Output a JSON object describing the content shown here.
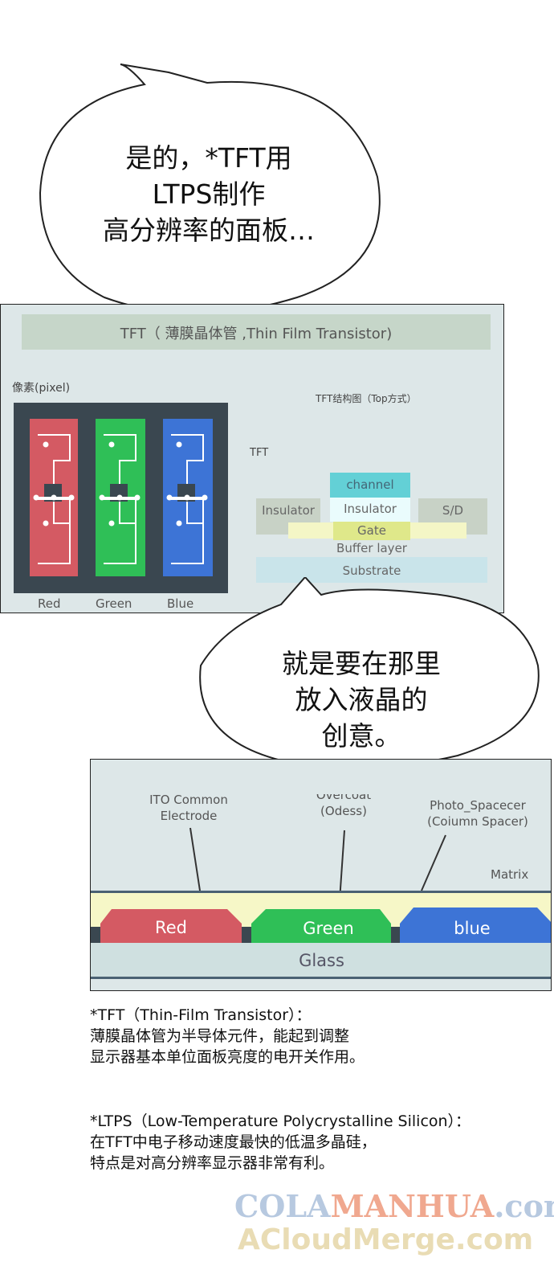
{
  "bubble1": {
    "lines": [
      "是的，*TFT用",
      "LTPS制作",
      "高分辨率的面板…"
    ]
  },
  "panel1": {
    "title": "TFT（ 薄膜晶体管 ,Thin Film Transistor)",
    "pixel_label": "像素(pixel)",
    "structure_title": "TFT结构图（Top方式）",
    "tft_label": "TFT",
    "channels": [
      "Red",
      "Green",
      "Blue"
    ],
    "layers": {
      "channel": "channel",
      "insulator_left": "Insulator",
      "insulator_mid": "Insulator",
      "sd": "S/D",
      "gate": "Gate",
      "buffer": "Buffer layer",
      "substrate": "Substrate"
    },
    "colors": {
      "red": "#d45a63",
      "green": "#2fbf57",
      "blue": "#3d74d6",
      "dark": "#3a4750",
      "panel_bg": "#dde7e8"
    }
  },
  "bubble2": {
    "lines": [
      "就是要在那里",
      "放入液晶的",
      "创意。"
    ]
  },
  "panel2": {
    "ito_label": [
      "ITO Common",
      "Electrode"
    ],
    "overcoat_label": [
      "Overcoat",
      "(Odess)"
    ],
    "spacer_label": [
      "Photo_Spacecer",
      "(Coiumn Spacer)"
    ],
    "matrix_label": "Matrix",
    "red": "Red",
    "green": "Green",
    "blue": "blue",
    "glass": "Glass"
  },
  "notes": {
    "tft": [
      "*TFT（Thin-Film Transistor）：",
      "薄膜晶体管为半导体元件，能起到调整",
      "显示器基本单位面板亮度的电开关作用。"
    ],
    "ltps": [
      "*LTPS（Low-Temperature Polycrystalline Silicon）：",
      "在TFT中电子移动速度最快的低温多晶硅，",
      "特点是对高分辨率显示器非常有利。"
    ]
  },
  "watermark": {
    "part1": "COLA",
    "part2": "MANHUA",
    "part3": ".com",
    "line2": "ACloudMerge.com"
  }
}
